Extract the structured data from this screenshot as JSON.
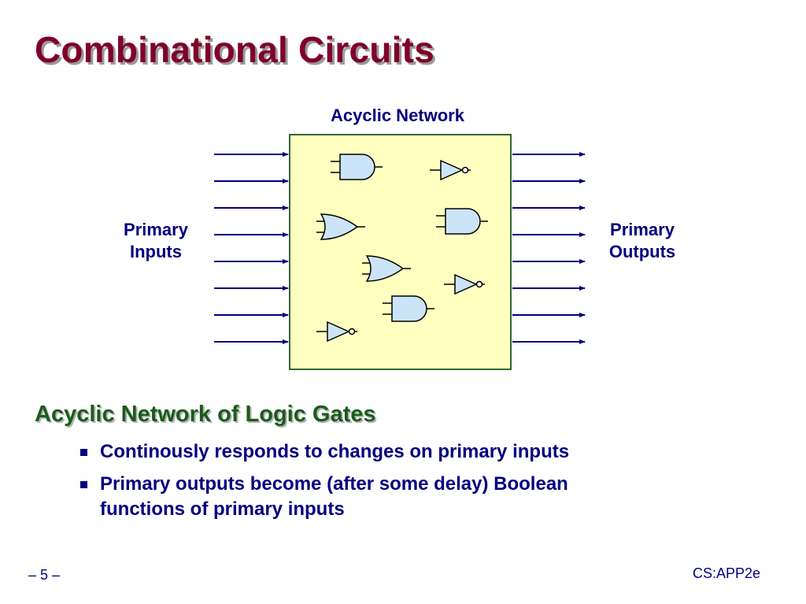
{
  "slide": {
    "title": "Combinational Circuits",
    "page_number": "– 5 –",
    "footer_brand": "CS:APP2e"
  },
  "diagram": {
    "caption": "Acyclic Network",
    "inputs_label": [
      "Primary",
      "Inputs"
    ],
    "outputs_label": [
      "Primary",
      "Outputs"
    ],
    "input_line_count": 8,
    "output_line_count": 8,
    "gates": [
      {
        "type": "and"
      },
      {
        "type": "not"
      },
      {
        "type": "or"
      },
      {
        "type": "and"
      },
      {
        "type": "or"
      },
      {
        "type": "not"
      },
      {
        "type": "and"
      },
      {
        "type": "not"
      }
    ],
    "colors": {
      "box_fill": "#ffffc0",
      "box_border": "#336633",
      "gate_fill": "#cce4f7",
      "arrow": "#000080"
    }
  },
  "section": {
    "heading": "Acyclic Network of Logic Gates",
    "bullets": [
      {
        "line1": "Continously responds to changes on primary inputs",
        "line2": ""
      },
      {
        "line1": "Primary outputs become (after some delay) Boolean",
        "line2": "functions of primary inputs"
      }
    ]
  }
}
